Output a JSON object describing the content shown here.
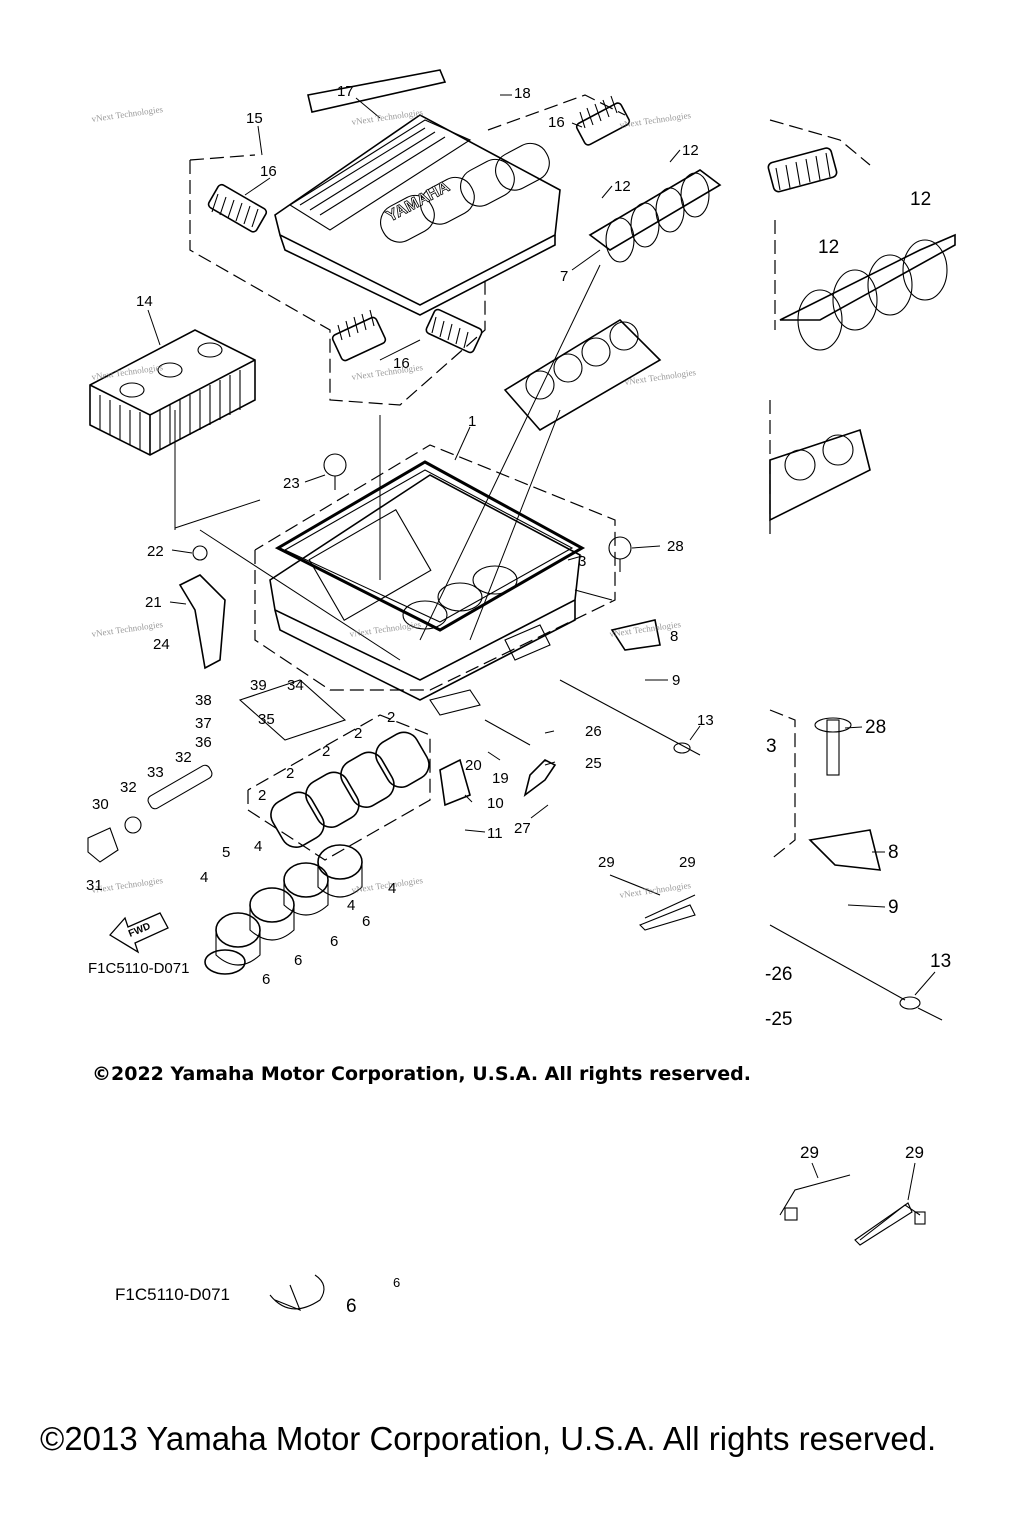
{
  "diagram": {
    "labels": [
      "1",
      "2",
      "3",
      "4",
      "5",
      "6",
      "7",
      "8",
      "9",
      "10",
      "11",
      "12",
      "13",
      "14",
      "15",
      "16",
      "17",
      "18",
      "19",
      "20",
      "21",
      "22",
      "23",
      "24",
      "25",
      "26",
      "27",
      "28",
      "29",
      "30",
      "31",
      "32",
      "33",
      "34",
      "35",
      "36",
      "37",
      "38",
      "39"
    ],
    "codes": {
      "main": "F1C5110-D071",
      "lower": "F1C5110-D071"
    },
    "fwd": "FWD",
    "watermark": "vNext Technologies",
    "brand": "YAMAHA",
    "inset_labels": {
      "l12a": "12",
      "l12b": "12",
      "l28": "28",
      "l3": "3",
      "l8": "8",
      "l9": "9",
      "l13": "13",
      "l26": "-26",
      "l25": "-25",
      "l29a": "29",
      "l29b": "29",
      "l6": "6",
      "l6b": "6"
    }
  },
  "copyright": {
    "top": "©2022 Yamaha Motor Corporation, U.S.A. All rights reserved.",
    "bottom": "©2013 Yamaha Motor Corporation, U.S.A. All rights reserved."
  }
}
